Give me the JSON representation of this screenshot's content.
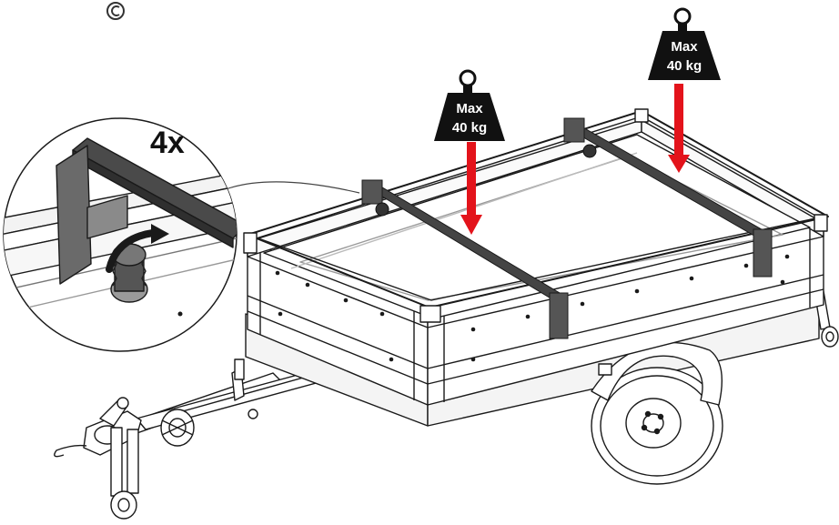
{
  "callout": {
    "count_label": "4x",
    "action": "tighten-knob-clockwise"
  },
  "weights": [
    {
      "line1": "Max",
      "line2": "40 kg"
    },
    {
      "line1": "Max",
      "line2": "40 kg"
    }
  ],
  "colors": {
    "arrow": "#e3131b",
    "weight": "#111111",
    "bar": "#444444",
    "outline": "#1a1a1a"
  },
  "icons": {
    "rotate_arrow": "curved-arrow-icon",
    "corner_symbol": "copyright-like-icon"
  }
}
